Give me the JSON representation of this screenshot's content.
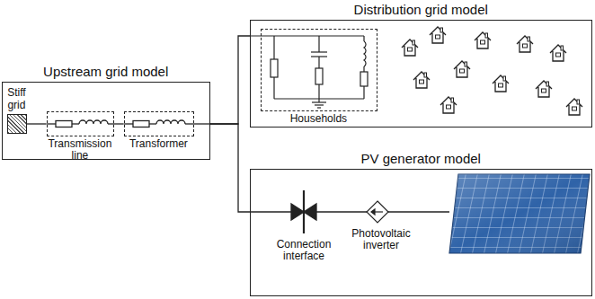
{
  "diagram": {
    "nodes": [
      {
        "text": [
          "Upstream grid model"
        ]
      },
      {
        "text": [
          "Stiff grid"
        ],
        "in": 0
      },
      {
        "text": [
          "Transmission line"
        ],
        "in": 0
      },
      {
        "text": [
          "Transformer"
        ],
        "in": 0
      },
      {
        "text": [
          "Distribution grid model"
        ]
      },
      {
        "text": [
          "Households"
        ],
        "in": 4
      },
      {
        "text": [
          "PV generator model"
        ]
      }
    ],
    "edges": [
      {
        "from": 1,
        "to": 2,
        "arrow": "none"
      },
      {
        "from": 2,
        "to": 3,
        "arrow": "none"
      },
      {
        "from": 0,
        "to": 4,
        "arrow": "none"
      },
      {
        "from": 0,
        "to": 6,
        "arrow": "none"
      }
    ],
    "labels": [
      "Connection interface",
      "Photovoltaic inverter"
    ]
  }
}
